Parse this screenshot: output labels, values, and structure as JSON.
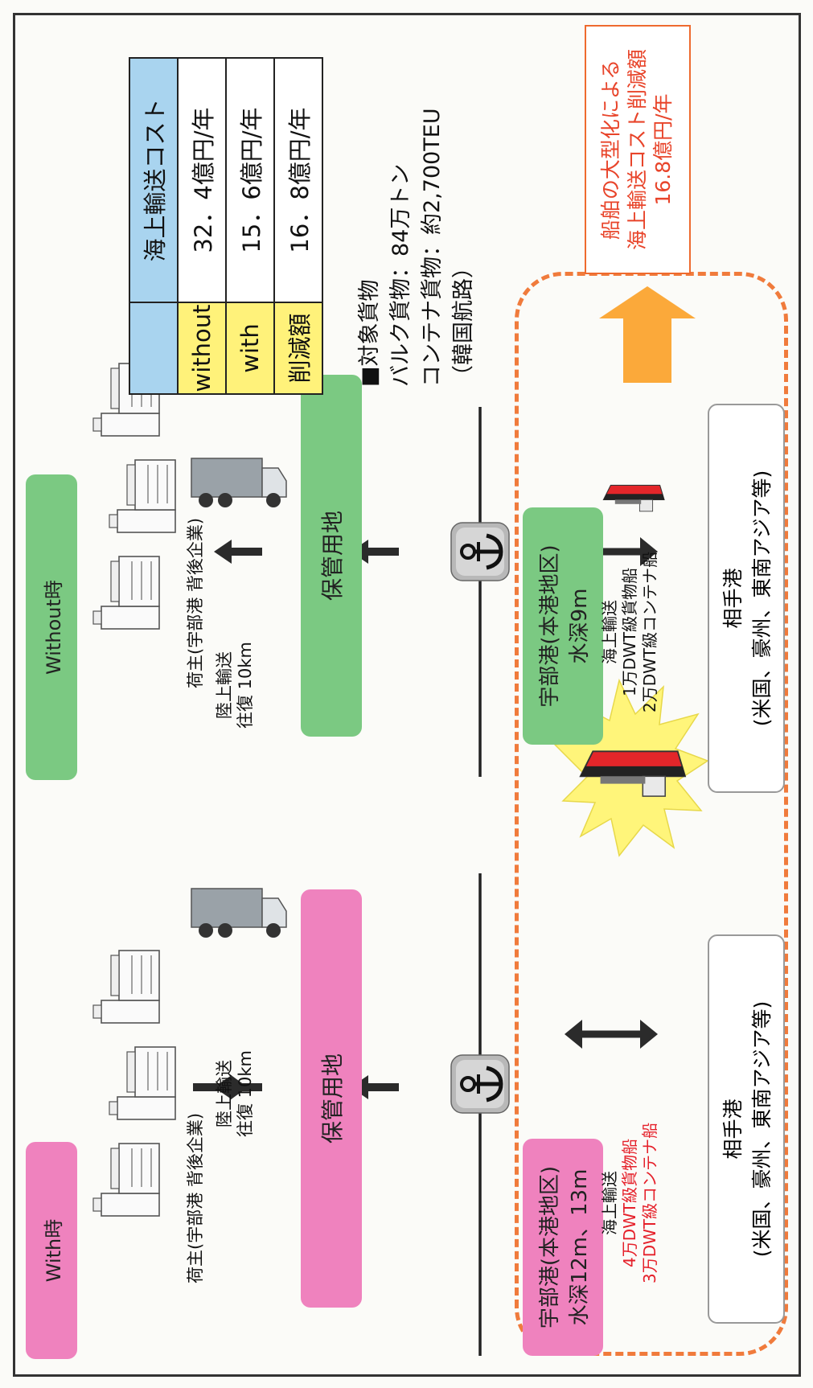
{
  "with_section": {
    "header": "With時",
    "shipper": "荷主(宇部港 背後企業)",
    "land_transport": "陸上輸送",
    "land_distance": "往復 10km",
    "storage": "保管用地",
    "port_name": "宇部港(本港地区)",
    "port_depth": "水深12m、13m",
    "sea_transport": "海上輸送",
    "cargo_ship": "4万DWT級貨物船",
    "container_ship": "3万DWT級コンテナ船",
    "partner_port": "相手港",
    "partner_detail": "(米国、豪州、東南アジア等)"
  },
  "without_section": {
    "header": "Without時",
    "shipper": "荷主(宇部港 背後企業)",
    "land_transport": "陸上輸送",
    "land_distance": "往復 10km",
    "storage": "保管用地",
    "port_name": "宇部港(本港地区)",
    "port_depth": "水深9m",
    "sea_transport": "海上輸送",
    "cargo_ship": "1万DWT級貨物船",
    "container_ship": "2万DWT級コンテナ船",
    "partner_port": "相手港",
    "partner_detail": "(米国、豪州、東南アジア等)"
  },
  "cost_table": {
    "header": "海上輸送コスト",
    "rows": [
      {
        "label": "without",
        "value": "32．4億円/年"
      },
      {
        "label": "with",
        "value": "15．6億円/年"
      },
      {
        "label": "削減額",
        "value": "16．8億円/年"
      }
    ]
  },
  "cargo": {
    "title": "■対象貨物",
    "bulk": "バルク貨物：84万トン",
    "container": "コンテナ貨物：約2,700TEU",
    "route": "（韓国航路）"
  },
  "result_note": {
    "line1": "船舶の大型化による",
    "line2": "海上輸送コスト削減額",
    "line3": "16.8億円/年"
  },
  "colors": {
    "with_accent": "#ef82be",
    "without_accent": "#7bc982",
    "table_header": "#a9d4ef",
    "table_label": "#fff27a",
    "highlight_red": "#e5202a",
    "dashed_border": "#f07b3c",
    "arrow_orange": "#fba93a",
    "burst_yellow": "#fff57a"
  },
  "icons": [
    "factory-icon",
    "truck-icon",
    "anchor-icon",
    "ship-icon",
    "arrow-icon",
    "burst-icon"
  ]
}
